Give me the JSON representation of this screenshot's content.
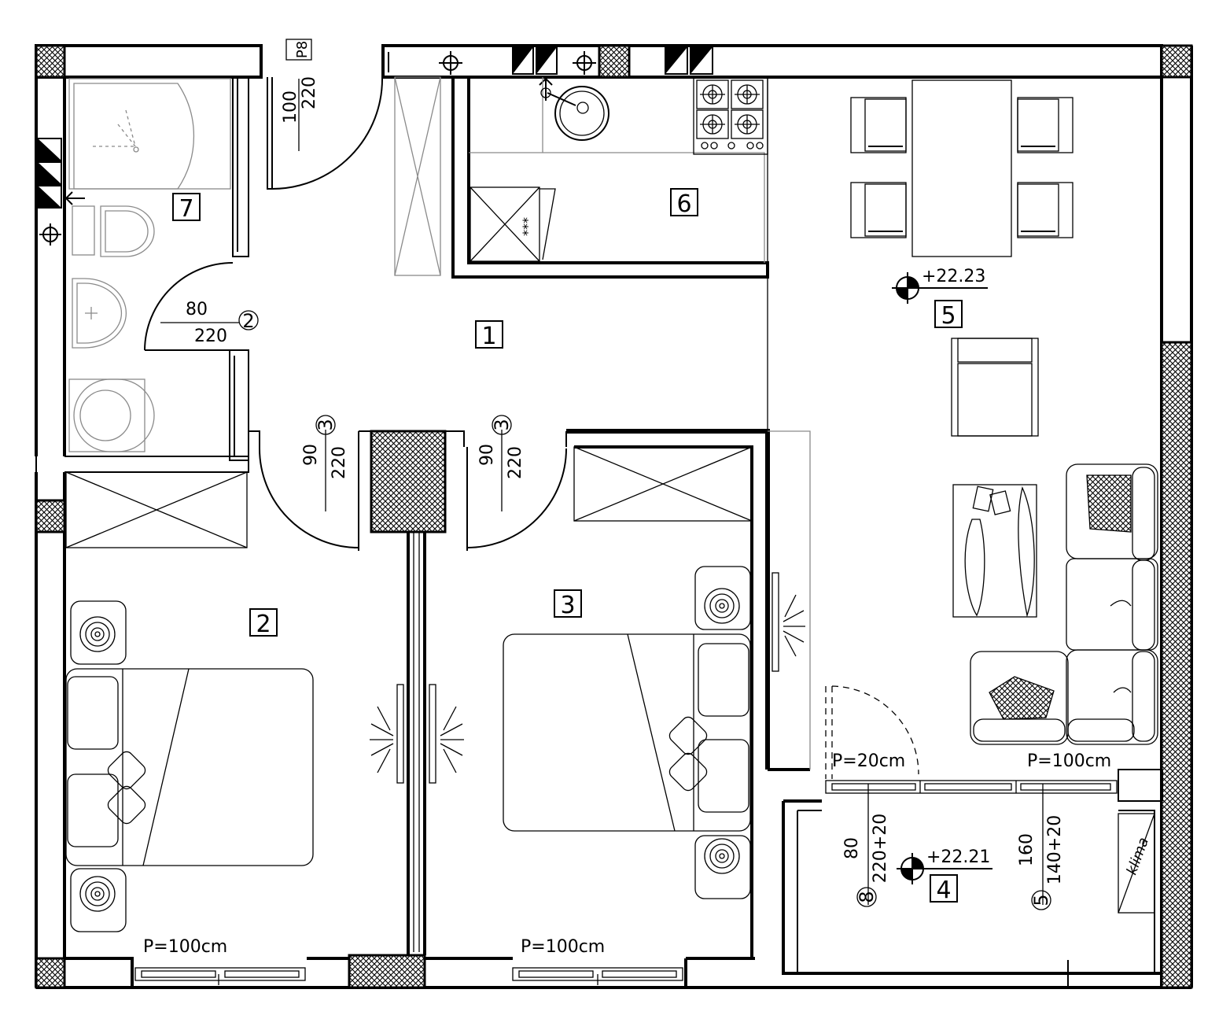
{
  "rooms": [
    {
      "number": "1"
    },
    {
      "number": "2"
    },
    {
      "number": "3"
    },
    {
      "number": "4"
    },
    {
      "number": "5"
    },
    {
      "number": "6"
    },
    {
      "number": "7"
    }
  ],
  "levels": {
    "living": "+22.23",
    "balcony": "+22.21"
  },
  "doors": {
    "entrance": {
      "width": "100",
      "height": "220",
      "tag": "P8"
    },
    "bathroom": {
      "width": "80",
      "height": "220",
      "number": "2"
    },
    "bedroom_left": {
      "width": "90",
      "height": "220",
      "number": "3"
    },
    "bedroom_right": {
      "width": "90",
      "height": "220",
      "number": "3"
    }
  },
  "windows": {
    "bedroom_left_parapet": "P=100cm",
    "bedroom_right_parapet": "P=100cm",
    "living_parapet_door": "P=20cm",
    "living_parapet_window": "P=100cm",
    "balcony_door": {
      "width": "80",
      "height": "220+20",
      "number": "8"
    },
    "balcony_window": {
      "width": "160",
      "height": "140+20",
      "number": "5"
    }
  },
  "equipment": {
    "ac_unit": "klima",
    "fridge_mark": "***"
  }
}
